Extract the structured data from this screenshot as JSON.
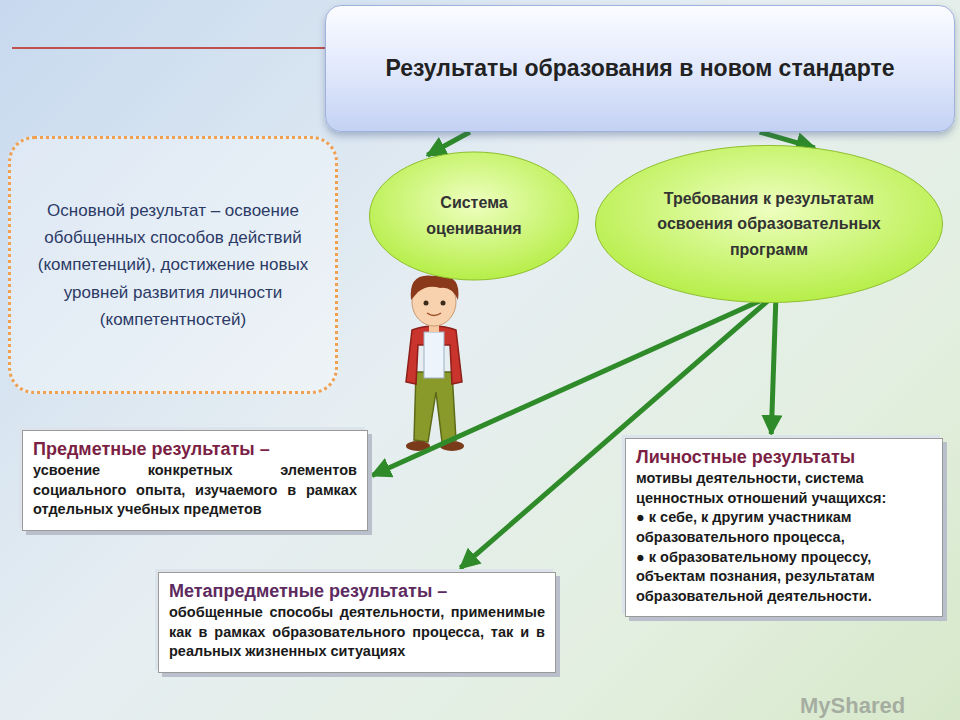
{
  "diagram": {
    "nodes": [
      {
        "text": [
          "Результаты образования в новом стандарте"
        ]
      },
      {
        "text": [
          "Основной результат – освоение обобщенных способов действий (компетенций), достижение новых уровней развития личности (компетентностей)"
        ]
      },
      {
        "text": [
          "Система оценивания"
        ]
      },
      {
        "text": [
          "Требования к результатам освоения образовательных программ"
        ]
      },
      {
        "text": [
          "Предметные результаты –",
          "усвоение конкретных элементов социального опыта, изучаемого в рамках отдельных учебных предметов"
        ]
      },
      {
        "text": [
          "Метапредметные результаты –",
          "обобщенные способы деятельности, применимые как в рамках образовательного процесса, так и в реальных жизненных ситуациях"
        ]
      },
      {
        "text": [
          "Личностные результаты",
          "мотивы деятельности, система ценностных отношений учащихся:",
          "● к себе, к другим участникам образовательного процесса,",
          "● к образовательному процессу, объектам познания, результатам образовательной деятельности."
        ]
      }
    ],
    "edges": [
      {
        "from": 0,
        "to": 2,
        "arrow": "to"
      },
      {
        "from": 0,
        "to": 3,
        "arrow": "to"
      },
      {
        "from": 3,
        "to": 4,
        "arrow": "to"
      },
      {
        "from": 3,
        "to": 5,
        "arrow": "to"
      },
      {
        "from": 3,
        "to": 6,
        "arrow": "to"
      }
    ],
    "labels": [
      "MyShared"
    ]
  }
}
